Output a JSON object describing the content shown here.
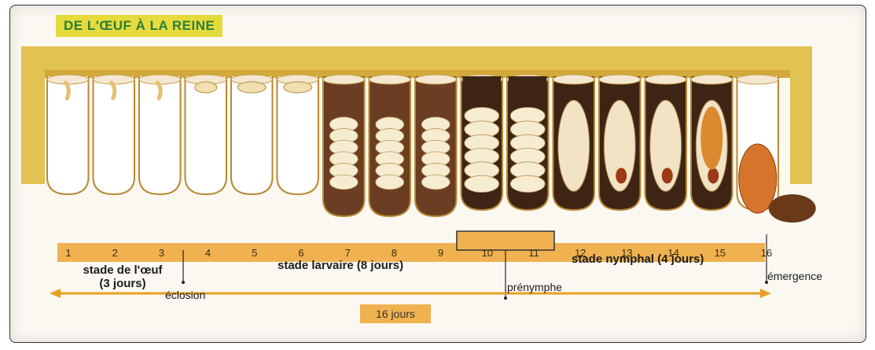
{
  "title": "DE L'ŒUF À LA REINE",
  "days": [
    "1",
    "2",
    "3",
    "4",
    "5",
    "6",
    "7",
    "8",
    "9",
    "10",
    "11",
    "12",
    "13",
    "14",
    "15",
    "16"
  ],
  "stages": {
    "egg": "stade de l'œuf",
    "egg_duration": "(3 jours)",
    "larval": "stade larvaire (8 jours)",
    "nymphal": "stade nymphal (4 jours)"
  },
  "events": {
    "hatching": "éclosion",
    "prepupa": "prénymphe",
    "emergence": "émergence"
  },
  "total": "16 jours",
  "colors": {
    "comb_wax": "#e2c250",
    "timeline_bar": "#f0b250",
    "title_bg": "#e6db3c",
    "title_text": "#2a7f3a",
    "arrow": "#e6a021"
  },
  "cells": [
    {
      "day": "1",
      "content": "egg"
    },
    {
      "day": "2",
      "content": "egg"
    },
    {
      "day": "3",
      "content": "egg"
    },
    {
      "day": "4",
      "content": "young-larva"
    },
    {
      "day": "5",
      "content": "larva"
    },
    {
      "day": "6",
      "content": "larva"
    },
    {
      "day": "7",
      "content": "larva-on-royal-jelly"
    },
    {
      "day": "8",
      "content": "larva-on-royal-jelly"
    },
    {
      "day": "9",
      "content": "larva-on-royal-jelly"
    },
    {
      "day": "10",
      "content": "prepupa-capped"
    },
    {
      "day": "11",
      "content": "prepupa-capped"
    },
    {
      "day": "12",
      "content": "nymph-capped"
    },
    {
      "day": "13",
      "content": "nymph-capped"
    },
    {
      "day": "14",
      "content": "nymph-capped"
    },
    {
      "day": "15",
      "content": "nymph-capped"
    },
    {
      "day": "16",
      "content": "emerging-queen"
    }
  ]
}
